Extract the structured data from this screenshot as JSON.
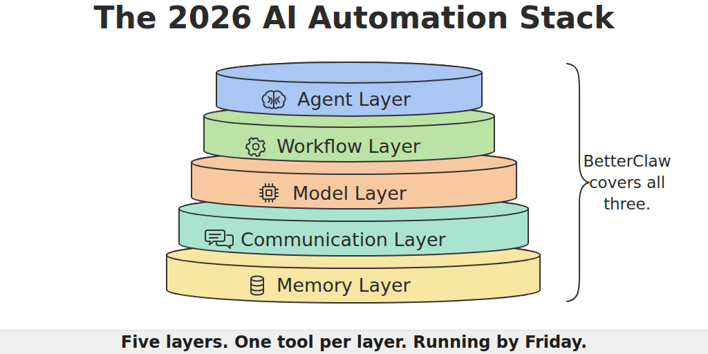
{
  "diagram": {
    "title": "The 2026 AI Automation Stack",
    "caption": "Five layers. One tool per layer. Running by Friday.",
    "nodes": [
      {
        "text": [
          "Agent Layer"
        ]
      },
      {
        "text": [
          "Workflow Layer"
        ]
      },
      {
        "text": [
          "Model Layer"
        ]
      },
      {
        "text": [
          "Communication Layer"
        ]
      },
      {
        "text": [
          "Memory Layer"
        ]
      }
    ],
    "labels": [
      "BetterClaw covers all three."
    ]
  }
}
